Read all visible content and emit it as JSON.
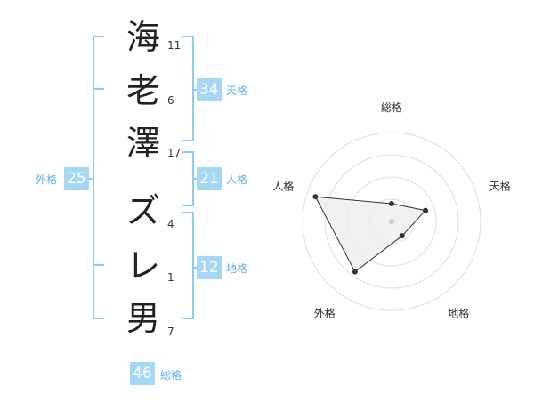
{
  "name": {
    "characters": [
      {
        "char": "海",
        "strokes": "11"
      },
      {
        "char": "老",
        "strokes": "6"
      },
      {
        "char": "澤",
        "strokes": "17"
      },
      {
        "char": "ズ",
        "strokes": "4"
      },
      {
        "char": "レ",
        "strokes": "1"
      },
      {
        "char": "男",
        "strokes": "7"
      }
    ]
  },
  "scores": {
    "tenkaku": {
      "value": "34",
      "label": "天格"
    },
    "jinkaku": {
      "value": "21",
      "label": "人格"
    },
    "chikaku": {
      "value": "12",
      "label": "地格"
    },
    "gaikaku": {
      "value": "25",
      "label": "外格"
    },
    "soukaku": {
      "value": "46",
      "label": "総格"
    }
  },
  "chart_data": {
    "type": "radar",
    "axes": [
      "総格",
      "天格",
      "地格",
      "外格",
      "人格"
    ],
    "values": [
      0.2,
      0.4,
      0.2,
      0.7,
      0.9
    ],
    "rings": 4,
    "colors": {
      "fill": "#eeeeee",
      "line": "#333333",
      "grid": "#dddddd"
    }
  },
  "colors": {
    "accent_box": "#a6d8f6",
    "accent_text": "#5fb1e6",
    "bracket": "#8ecbf1"
  }
}
